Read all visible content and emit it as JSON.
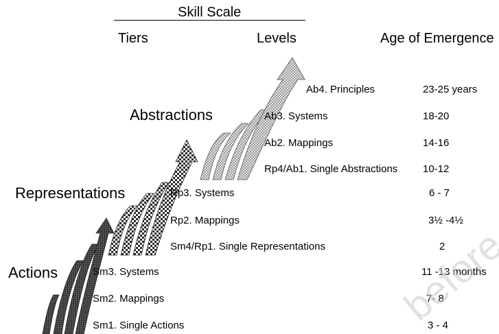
{
  "header": {
    "title": "Skill Scale",
    "col_tiers": "Tiers",
    "col_levels": "Levels",
    "col_age": "Age of Emergence"
  },
  "tiers": [
    {
      "label": "Abstractions"
    },
    {
      "label": "Representations"
    },
    {
      "label": "Actions"
    }
  ],
  "levels": [
    {
      "label": "Ab4. Principles",
      "age": "23-25 years"
    },
    {
      "label": "Ab3. Systems",
      "age": "18-20"
    },
    {
      "label": "Ab2. Mappings",
      "age": "14-16"
    },
    {
      "label": "Rp4/Ab1. Single Abstractions",
      "age": "10-12"
    },
    {
      "label": "Rp3. Systems",
      "age": "6 - 7"
    },
    {
      "label": "Rp2. Mappings",
      "age": "3½ -4½"
    },
    {
      "label": "Sm4/Rp1. Single Representations",
      "age": "2"
    },
    {
      "label": "Sm3. Systems",
      "age": "11 -13 months"
    },
    {
      "label": "Sm2. Mappings",
      "age": "7- 8"
    },
    {
      "label": "Sm1. Single Actions",
      "age": "3 - 4"
    }
  ],
  "colors": {
    "actions_arrows": "#3c3c3c",
    "representations_arrows": "#5a5a5a",
    "abstractions_arrows": "#bdbdbd",
    "watermark": "#c8c8c8"
  },
  "watermark_text": "before"
}
